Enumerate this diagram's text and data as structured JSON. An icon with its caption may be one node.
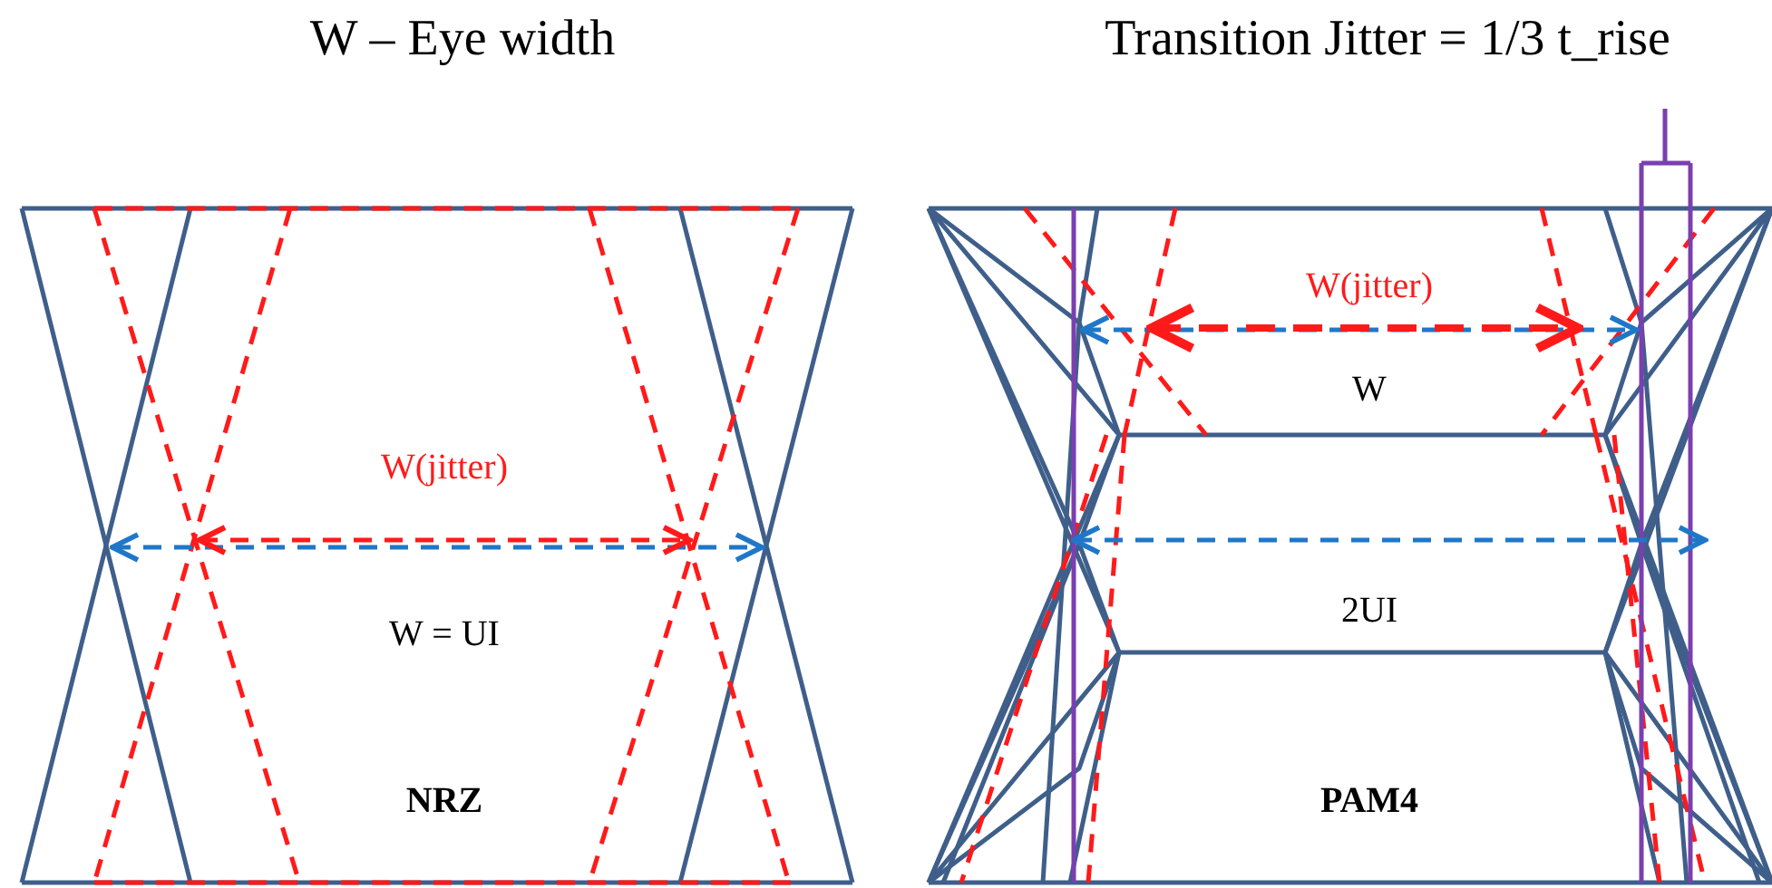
{
  "diagram": {
    "labels": [
      "W – Eye width",
      "Transition Jitter = 1/3 t_rise",
      "W(jitter)",
      "W = UI",
      "NRZ",
      "W(jitter)",
      "W",
      "2UI",
      "PAM4"
    ]
  }
}
